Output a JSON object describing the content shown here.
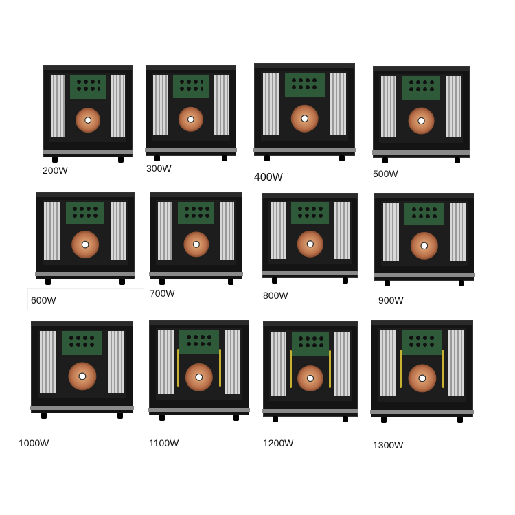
{
  "products": [
    {
      "label": "200W"
    },
    {
      "label": "300W"
    },
    {
      "label": "400W"
    },
    {
      "label": "500W"
    },
    {
      "label": "600W"
    },
    {
      "label": "700W"
    },
    {
      "label": "800W"
    },
    {
      "label": "900W"
    },
    {
      "label": "1000W"
    },
    {
      "label": "1100W"
    },
    {
      "label": "1200W"
    },
    {
      "label": "1300W"
    }
  ]
}
